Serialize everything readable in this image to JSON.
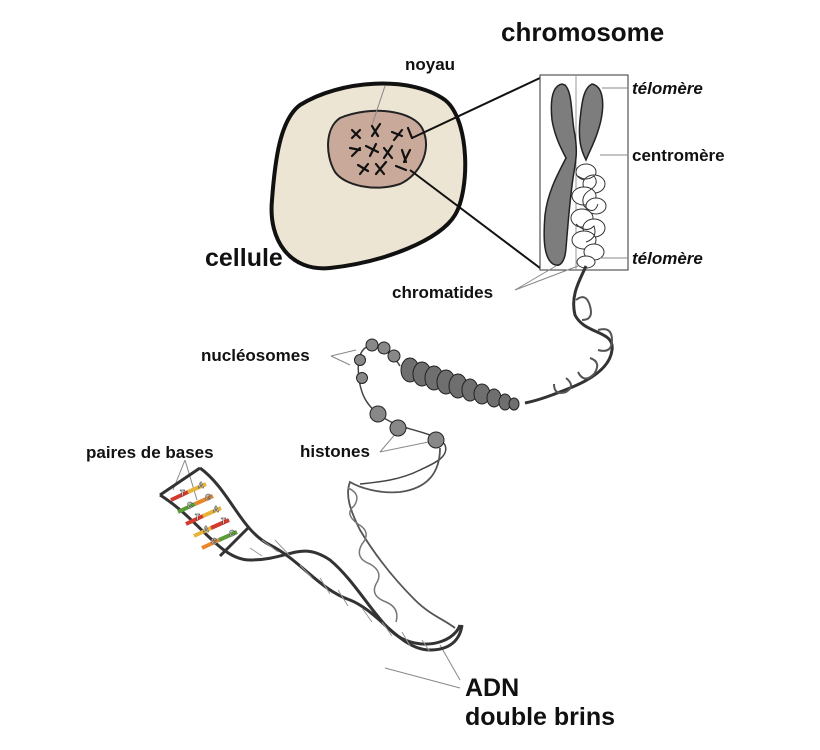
{
  "labels": {
    "chromosome": "chromosome",
    "noyau": "noyau",
    "cellule": "cellule",
    "telomere_top": "télomère",
    "centromere": "centromère",
    "telomere_bottom": "télomère",
    "chromatides": "chromatides",
    "nucleosomes": "nucléosomes",
    "histones": "histones",
    "paires_de_bases": "paires de bases",
    "adn_line1": "ADN",
    "adn_line2": "double brins"
  },
  "base_pairs": [
    [
      "T",
      "A"
    ],
    [
      "C",
      "G"
    ],
    [
      "T",
      "A"
    ],
    [
      "A",
      "T"
    ],
    [
      "G",
      "C"
    ]
  ],
  "colors": {
    "cell_fill": "#ede5d3",
    "nucleus_fill": "#c9aa9a",
    "chromosome_fill": "#7d7d7d",
    "outline": "#111111",
    "base_red": "#d33a2c",
    "base_yellow": "#e6b43a",
    "base_green": "#5a9b3a",
    "base_orange": "#e8862a"
  }
}
